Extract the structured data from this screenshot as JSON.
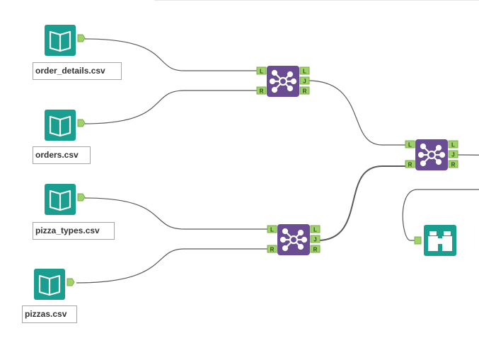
{
  "colors": {
    "input_teal": "#1a9e8f",
    "input_teal_dark": "#13776c",
    "join_purple": "#6a4c93",
    "join_purple_dark": "#4e3570",
    "anchor_green": "#9fd36a",
    "anchor_border": "#7cae47",
    "connector": "#5a5a5a",
    "browse_teal": "#1a9e8f"
  },
  "workflow": {
    "inputs": [
      {
        "id": "input-order-details",
        "label": "order_details.csv",
        "icon": "book-icon"
      },
      {
        "id": "input-orders",
        "label": "orders.csv",
        "icon": "book-icon"
      },
      {
        "id": "input-pizza-types",
        "label": "pizza_types.csv",
        "icon": "book-icon"
      },
      {
        "id": "input-pizzas",
        "label": "pizzas.csv",
        "icon": "book-icon"
      }
    ],
    "joins": [
      {
        "id": "join-1",
        "left_anchor": "L",
        "right_anchor": "R",
        "out_anchors": [
          "L",
          "J",
          "R"
        ]
      },
      {
        "id": "join-2",
        "left_anchor": "L",
        "right_anchor": "R",
        "out_anchors": [
          "L",
          "J",
          "R"
        ]
      },
      {
        "id": "join-3",
        "left_anchor": "L",
        "right_anchor": "R",
        "out_anchors": [
          "L",
          "J",
          "R"
        ]
      }
    ],
    "browse": {
      "id": "browse-1",
      "icon": "binoculars-icon"
    }
  }
}
